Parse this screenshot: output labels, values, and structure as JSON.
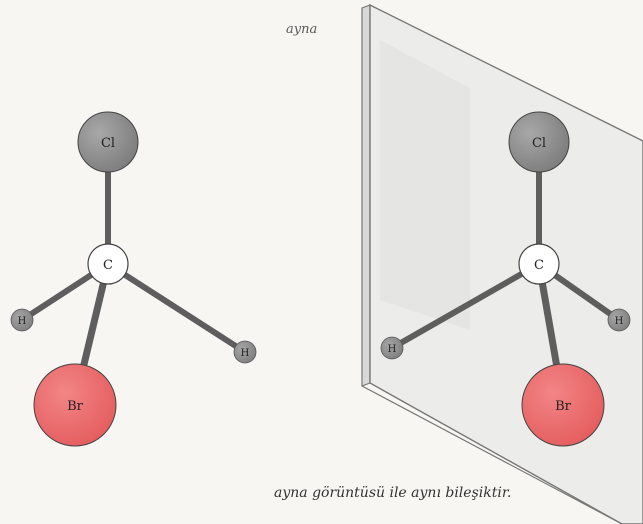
{
  "mirror_label": "ayna",
  "caption": "ayna görüntüsü ile aynı bileşiktir.",
  "colors": {
    "chlorine": "#8a8a8a",
    "carbon": "#ffffff",
    "hydrogen": "#8f8f8f",
    "bromine": "#ec6667",
    "bond": "#5e5e5e",
    "mirror": "#ececea",
    "mirror_edge": "#777777"
  },
  "molecule": {
    "atoms": [
      {
        "id": "cl",
        "element": "chlorine",
        "label": "Cl"
      },
      {
        "id": "c",
        "element": "carbon",
        "label": "C"
      },
      {
        "id": "h1",
        "element": "hydrogen",
        "label": "H"
      },
      {
        "id": "h2",
        "element": "hydrogen",
        "label": "H"
      },
      {
        "id": "br",
        "element": "bromine",
        "label": "Br"
      }
    ]
  },
  "mirror_image": {
    "atoms": [
      {
        "id": "cl",
        "element": "chlorine",
        "label": "Cl"
      },
      {
        "id": "c",
        "element": "carbon",
        "label": "C"
      },
      {
        "id": "h1",
        "element": "hydrogen",
        "label": "H"
      },
      {
        "id": "h2",
        "element": "hydrogen",
        "label": "H"
      },
      {
        "id": "br",
        "element": "bromine",
        "label": "Br"
      }
    ]
  }
}
